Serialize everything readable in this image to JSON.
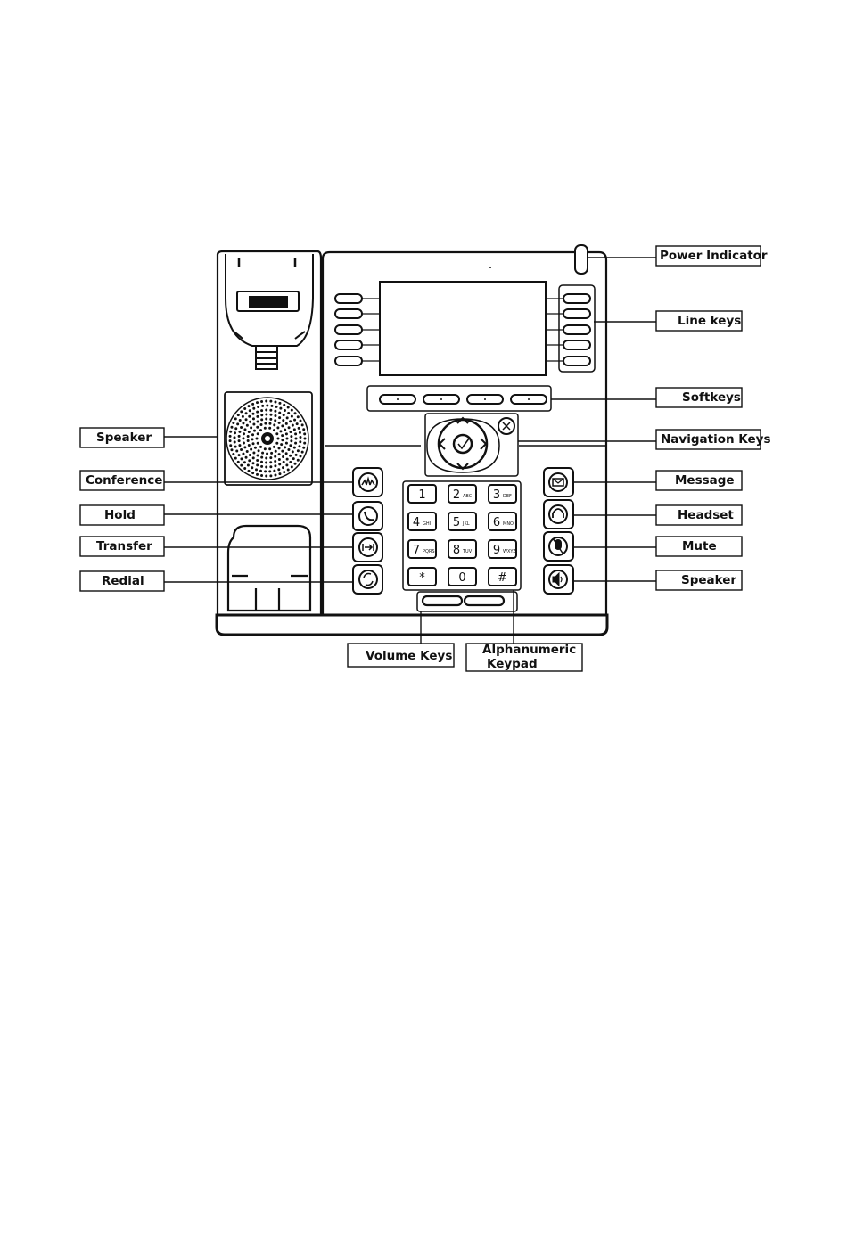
{
  "labels": {
    "power_indicator": "Power Indicator",
    "line_keys": "Line keys",
    "softkeys": "Softkeys",
    "navigation_keys": "Navigation Keys",
    "message": "Message",
    "headset": "Headset",
    "mute": "Mute",
    "speaker_right": "Speaker",
    "speaker_left": "Speaker",
    "conference": "Conference",
    "hold": "Hold",
    "transfer": "Transfer",
    "redial": "Redial",
    "volume_keys": "Volume Keys",
    "alphanumeric_line1": "Alphanumeric",
    "alphanumeric_line2": "Keypad"
  },
  "keypad": [
    {
      "digit": "1",
      "letters": ""
    },
    {
      "digit": "2",
      "letters": "ABC"
    },
    {
      "digit": "3",
      "letters": "DEF"
    },
    {
      "digit": "4",
      "letters": "GHI"
    },
    {
      "digit": "5",
      "letters": "JKL"
    },
    {
      "digit": "6",
      "letters": "MNO"
    },
    {
      "digit": "7",
      "letters": "PQRS"
    },
    {
      "digit": "8",
      "letters": "TUV"
    },
    {
      "digit": "9",
      "letters": "WXYZ"
    },
    {
      "digit": "*",
      "letters": ""
    },
    {
      "digit": "0",
      "letters": ""
    },
    {
      "digit": "#",
      "letters": ""
    }
  ]
}
